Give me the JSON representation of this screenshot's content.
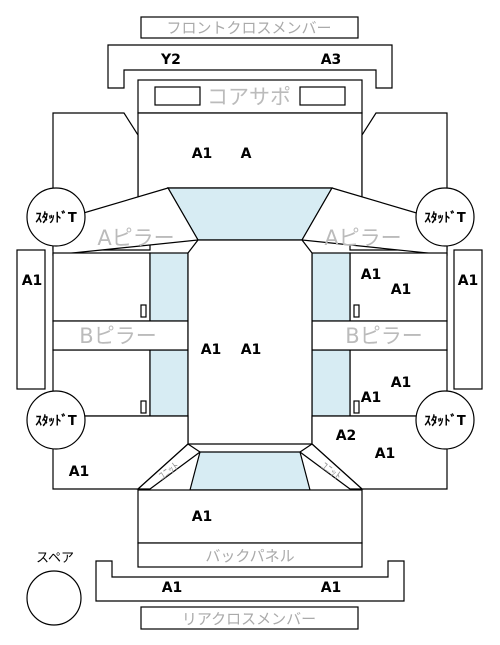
{
  "labels": {
    "front_cross_member": "フロントクロスメンバー",
    "core_support": "コアサポ",
    "a_pillar_left": "Aピラー",
    "a_pillar_right": "Aピラー",
    "b_pillar_left": "Bピラー",
    "b_pillar_right": "Bピラー",
    "back_panel": "バックパネル",
    "rear_cross_member": "リアクロスメンバー",
    "spare": "スペア",
    "strut_left": "ﾕﾆｯﾄ",
    "strut_right": "ﾕﾆｯﾄ"
  },
  "stud": {
    "front_left": "ｽﾀｯﾄﾞT",
    "front_right": "ｽﾀｯﾄﾞT",
    "rear_left": "ｽﾀｯﾄﾞT",
    "rear_right": "ｽﾀｯﾄﾞT"
  },
  "grades": {
    "front_member_left": "Y2",
    "front_member_right": "A3",
    "hood_left": "A1",
    "hood_right": "A",
    "left_side_panel": "A1",
    "right_side_panel": "A1",
    "right_front_door_a": "A1",
    "right_front_door_b": "A1",
    "roof_left": "A1",
    "roof_right": "A1",
    "right_rear_door_a": "A1",
    "right_rear_door_b": "A1",
    "right_quarter_a": "A2",
    "right_quarter_b": "A1",
    "left_quarter": "A1",
    "trunk": "A1",
    "rear_member_left": "A1",
    "rear_member_right": "A1"
  }
}
